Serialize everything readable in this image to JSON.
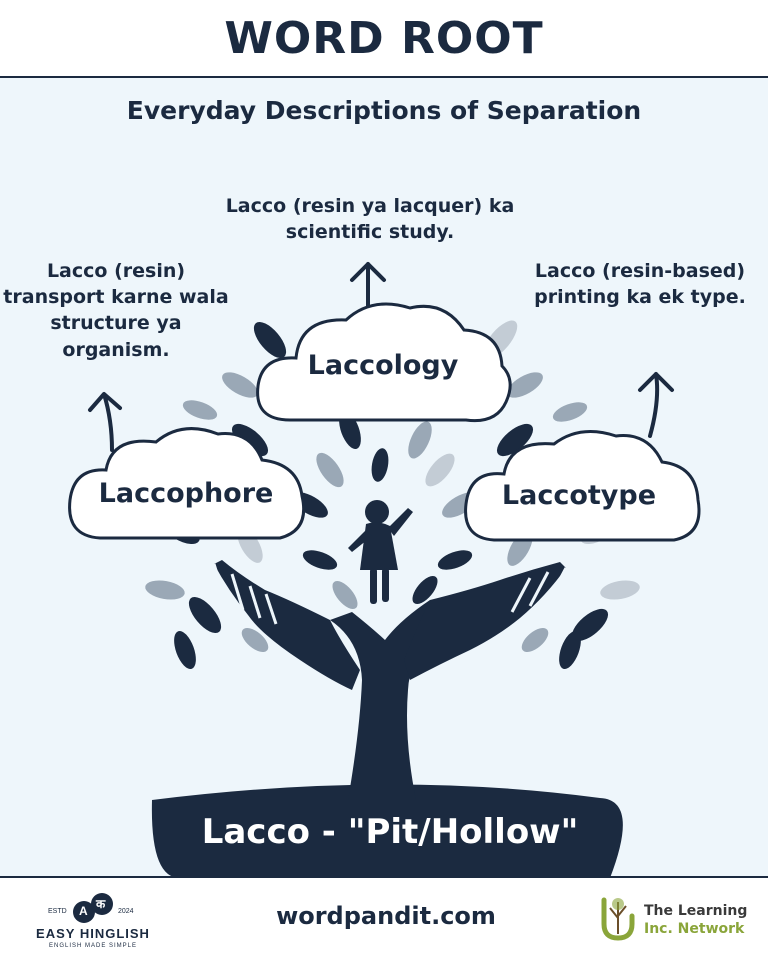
{
  "header": {
    "title": "WORD ROOT"
  },
  "subtitle": "Everyday Descriptions of Separation",
  "words": [
    {
      "word": "Laccology",
      "definition": "Lacco (resin ya lacquer) ka scientific study."
    },
    {
      "word": "Laccophore",
      "definition": "Lacco (resin) transport karne wala structure ya organism."
    },
    {
      "word": "Laccotype",
      "definition": "Lacco (resin-based) printing ka ek type."
    }
  ],
  "root": {
    "label": "Lacco - \"Pit/Hollow\""
  },
  "footer": {
    "website": "wordpandit.com",
    "easy_hinglish": {
      "estd": "ESTD",
      "year": "2024",
      "badge_left": "A",
      "badge_right": "क",
      "name": "EASY HINGLISH",
      "tagline": "ENGLISH MADE SIMPLE"
    },
    "learning_network": {
      "line1": "The Learning",
      "line2": "Inc. Network"
    }
  },
  "colors": {
    "navy": "#1b2a40",
    "background": "#eef6fb",
    "leaf_gray": "#9aa8b6",
    "leaf_light": "#c3ccd5",
    "accent_green": "#8aa53a"
  }
}
